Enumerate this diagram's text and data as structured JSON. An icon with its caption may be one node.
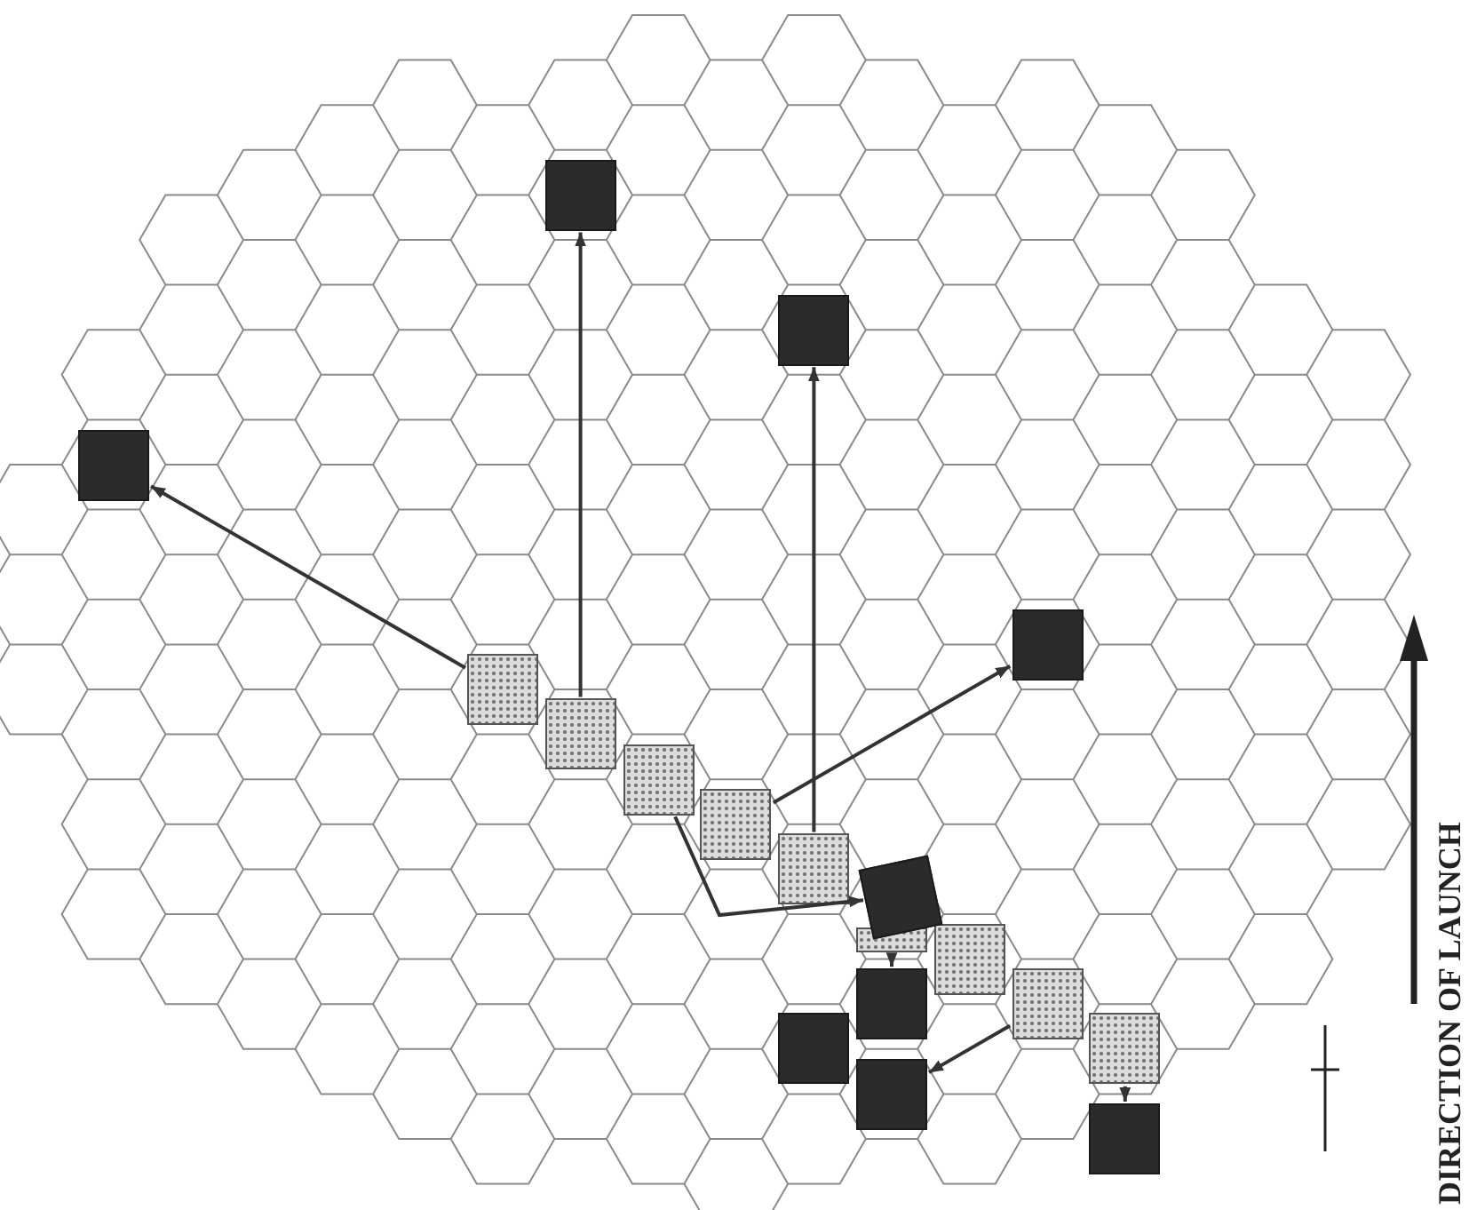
{
  "diagram": {
    "nodes": [
      {
        "text": [],
        "shape": "box"
      },
      {
        "text": [],
        "shape": "box"
      },
      {
        "text": [],
        "shape": "box"
      },
      {
        "text": [],
        "shape": "box"
      },
      {
        "text": [],
        "shape": "box"
      },
      {
        "text": [],
        "shape": "box"
      },
      {
        "text": [],
        "shape": "box"
      },
      {
        "text": [],
        "shape": "box"
      },
      {
        "text": [],
        "shape": "box"
      },
      {
        "text": [],
        "shape": "box"
      },
      {
        "text": [],
        "shape": "box"
      },
      {
        "text": [],
        "shape": "box"
      },
      {
        "text": [],
        "shape": "box"
      },
      {
        "text": [],
        "shape": "box"
      },
      {
        "text": [],
        "shape": "box"
      },
      {
        "text": [],
        "shape": "box"
      },
      {
        "text": [],
        "shape": "box"
      },
      {
        "text": [],
        "shape": "box"
      }
    ],
    "edges": [
      {
        "from": 4,
        "to": 2,
        "arrow": "to"
      },
      {
        "from": 5,
        "to": 0,
        "arrow": "to"
      },
      {
        "from": 8,
        "to": 1,
        "arrow": "to"
      },
      {
        "from": 7,
        "to": 3,
        "arrow": "to"
      },
      {
        "from": 6,
        "to": 9,
        "arrow": "to"
      },
      {
        "from": 10,
        "to": 12,
        "arrow": "to"
      },
      {
        "from": 13,
        "to": 16,
        "arrow": "to"
      },
      {
        "from": 14,
        "to": 17,
        "arrow": "to"
      }
    ],
    "labels": [
      "DIRECTION OF LAUNCH"
    ]
  }
}
